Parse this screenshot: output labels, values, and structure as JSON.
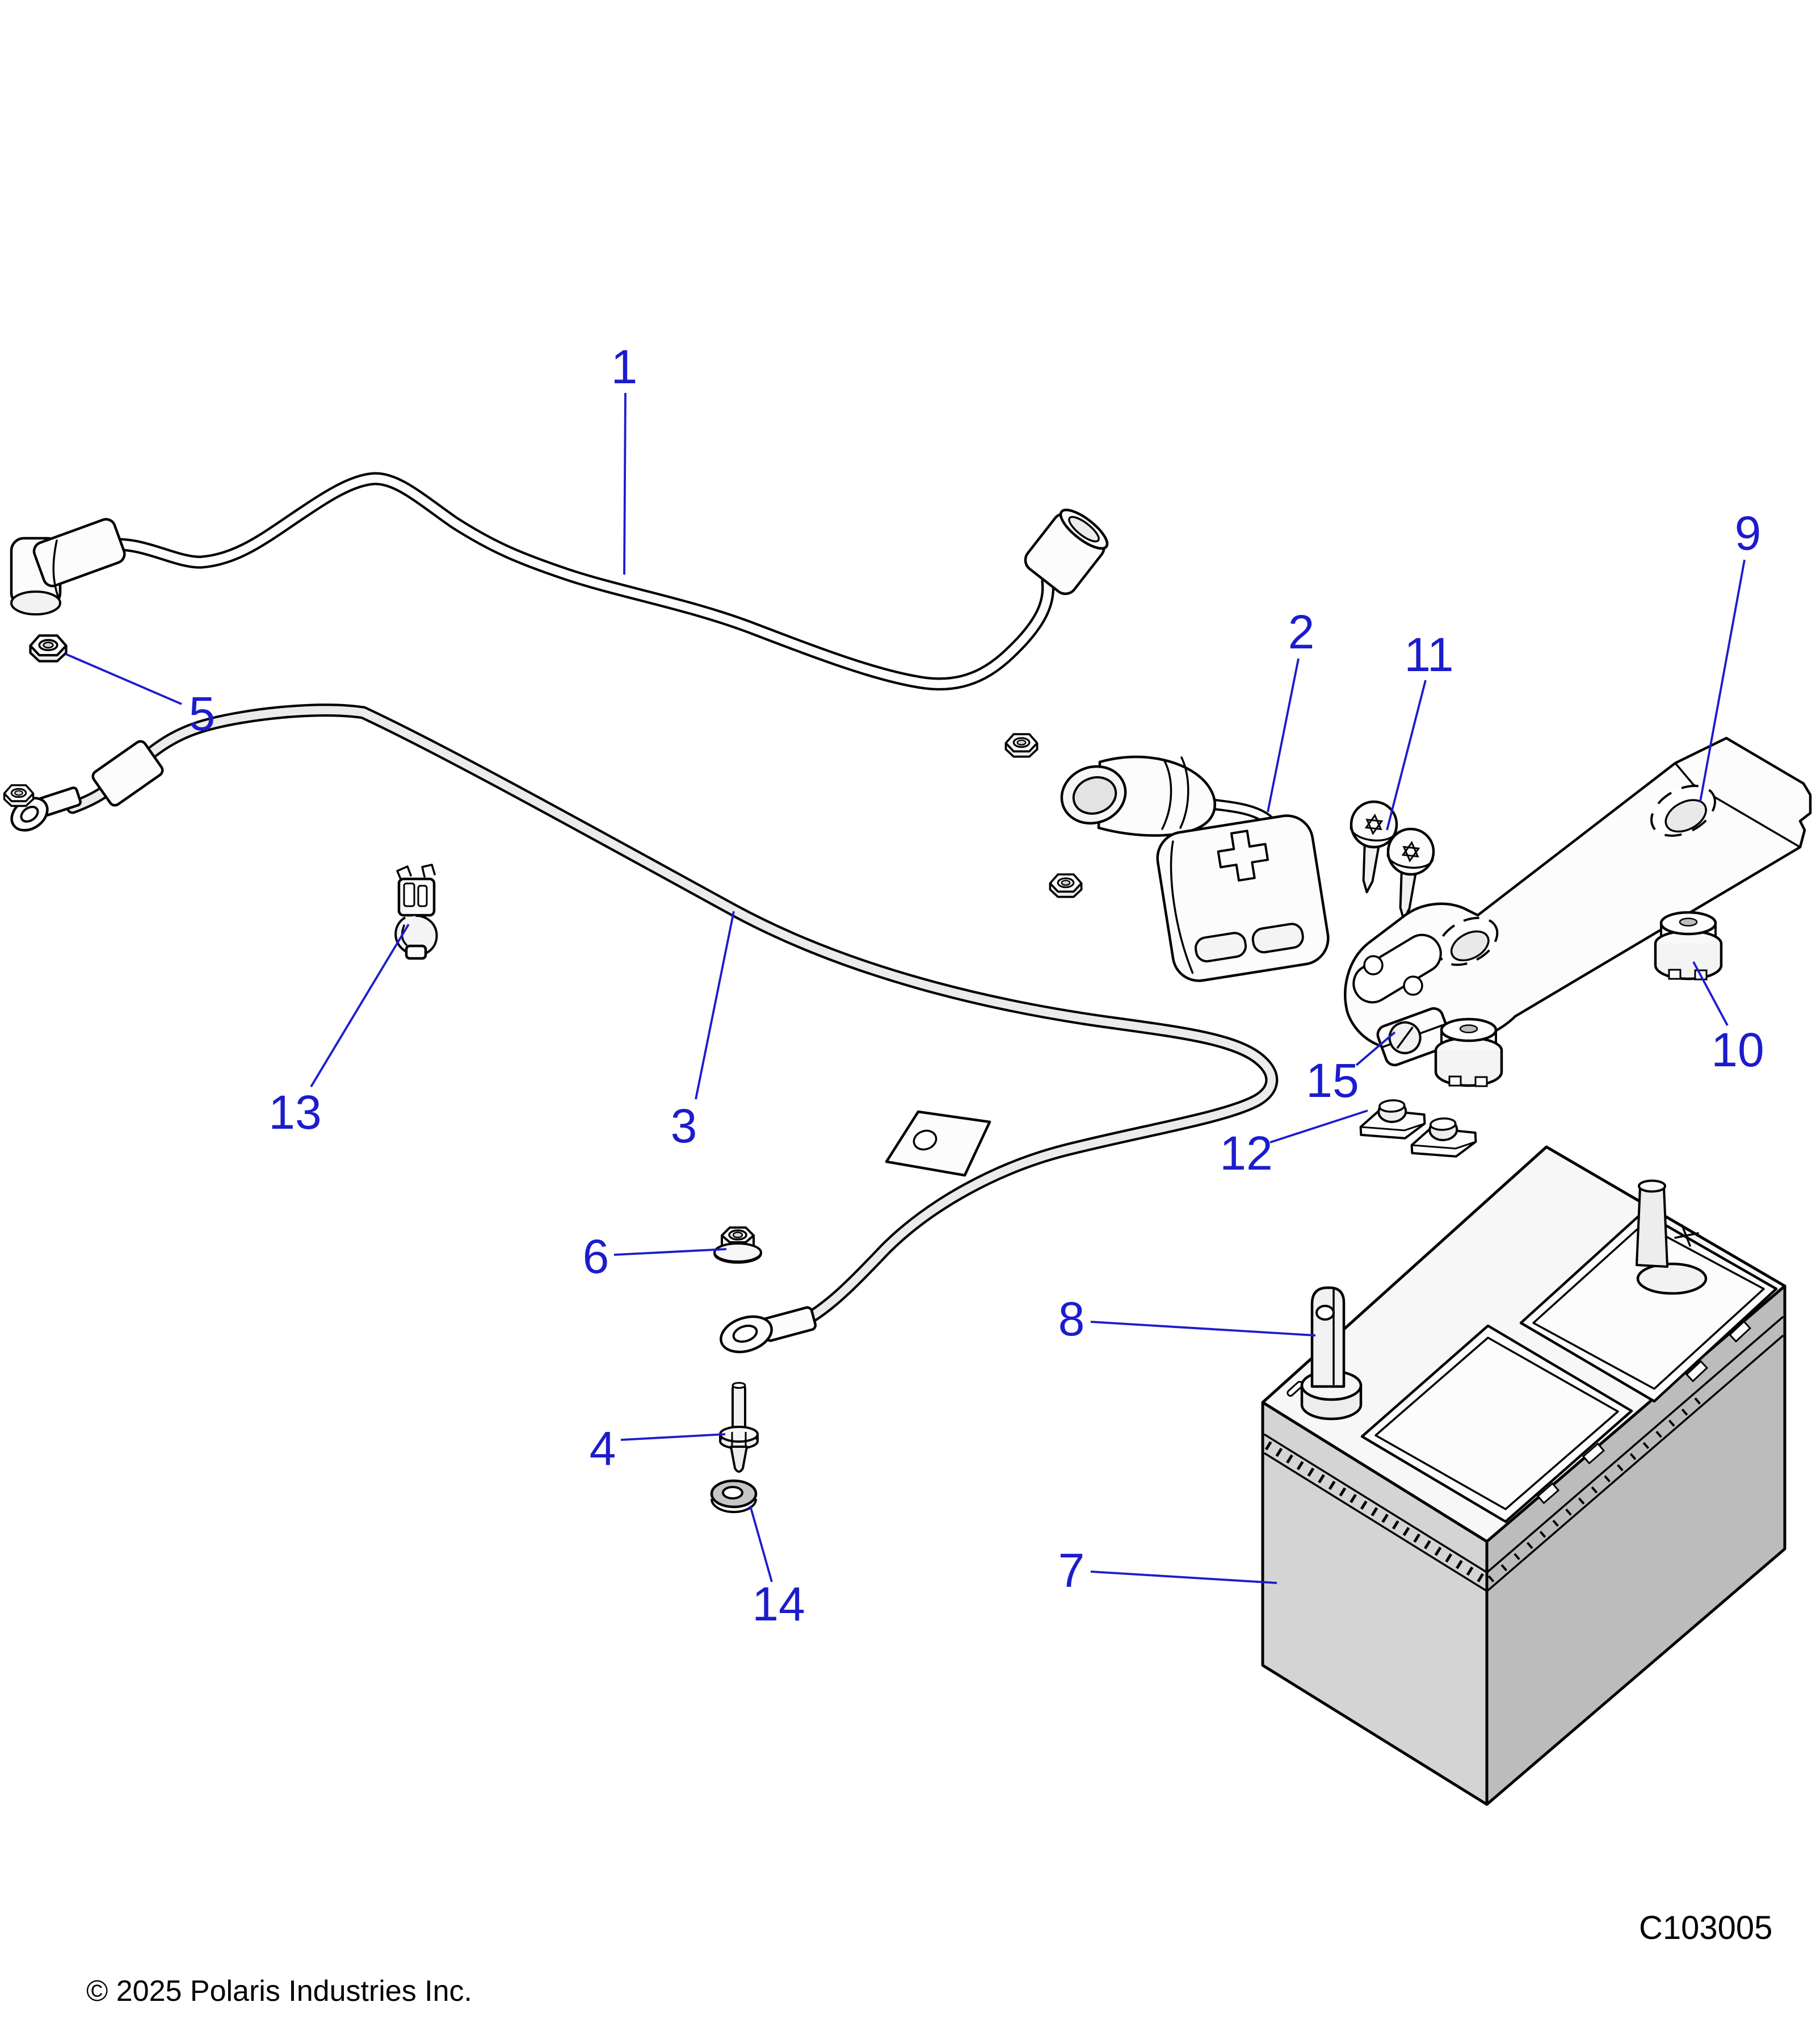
{
  "diagram": {
    "figure_code": "C103005",
    "copyright": "© 2025 Polaris Industries Inc.",
    "callouts": [
      {
        "num": "1"
      },
      {
        "num": "2"
      },
      {
        "num": "3"
      },
      {
        "num": "4"
      },
      {
        "num": "5"
      },
      {
        "num": "6"
      },
      {
        "num": "7"
      },
      {
        "num": "8"
      },
      {
        "num": "9"
      },
      {
        "num": "10"
      },
      {
        "num": "11"
      },
      {
        "num": "12"
      },
      {
        "num": "13"
      },
      {
        "num": "14"
      },
      {
        "num": "15"
      }
    ]
  },
  "colors": {
    "callout": "#1c1ccd",
    "ink": "#000000",
    "paper": "#ffffff"
  }
}
